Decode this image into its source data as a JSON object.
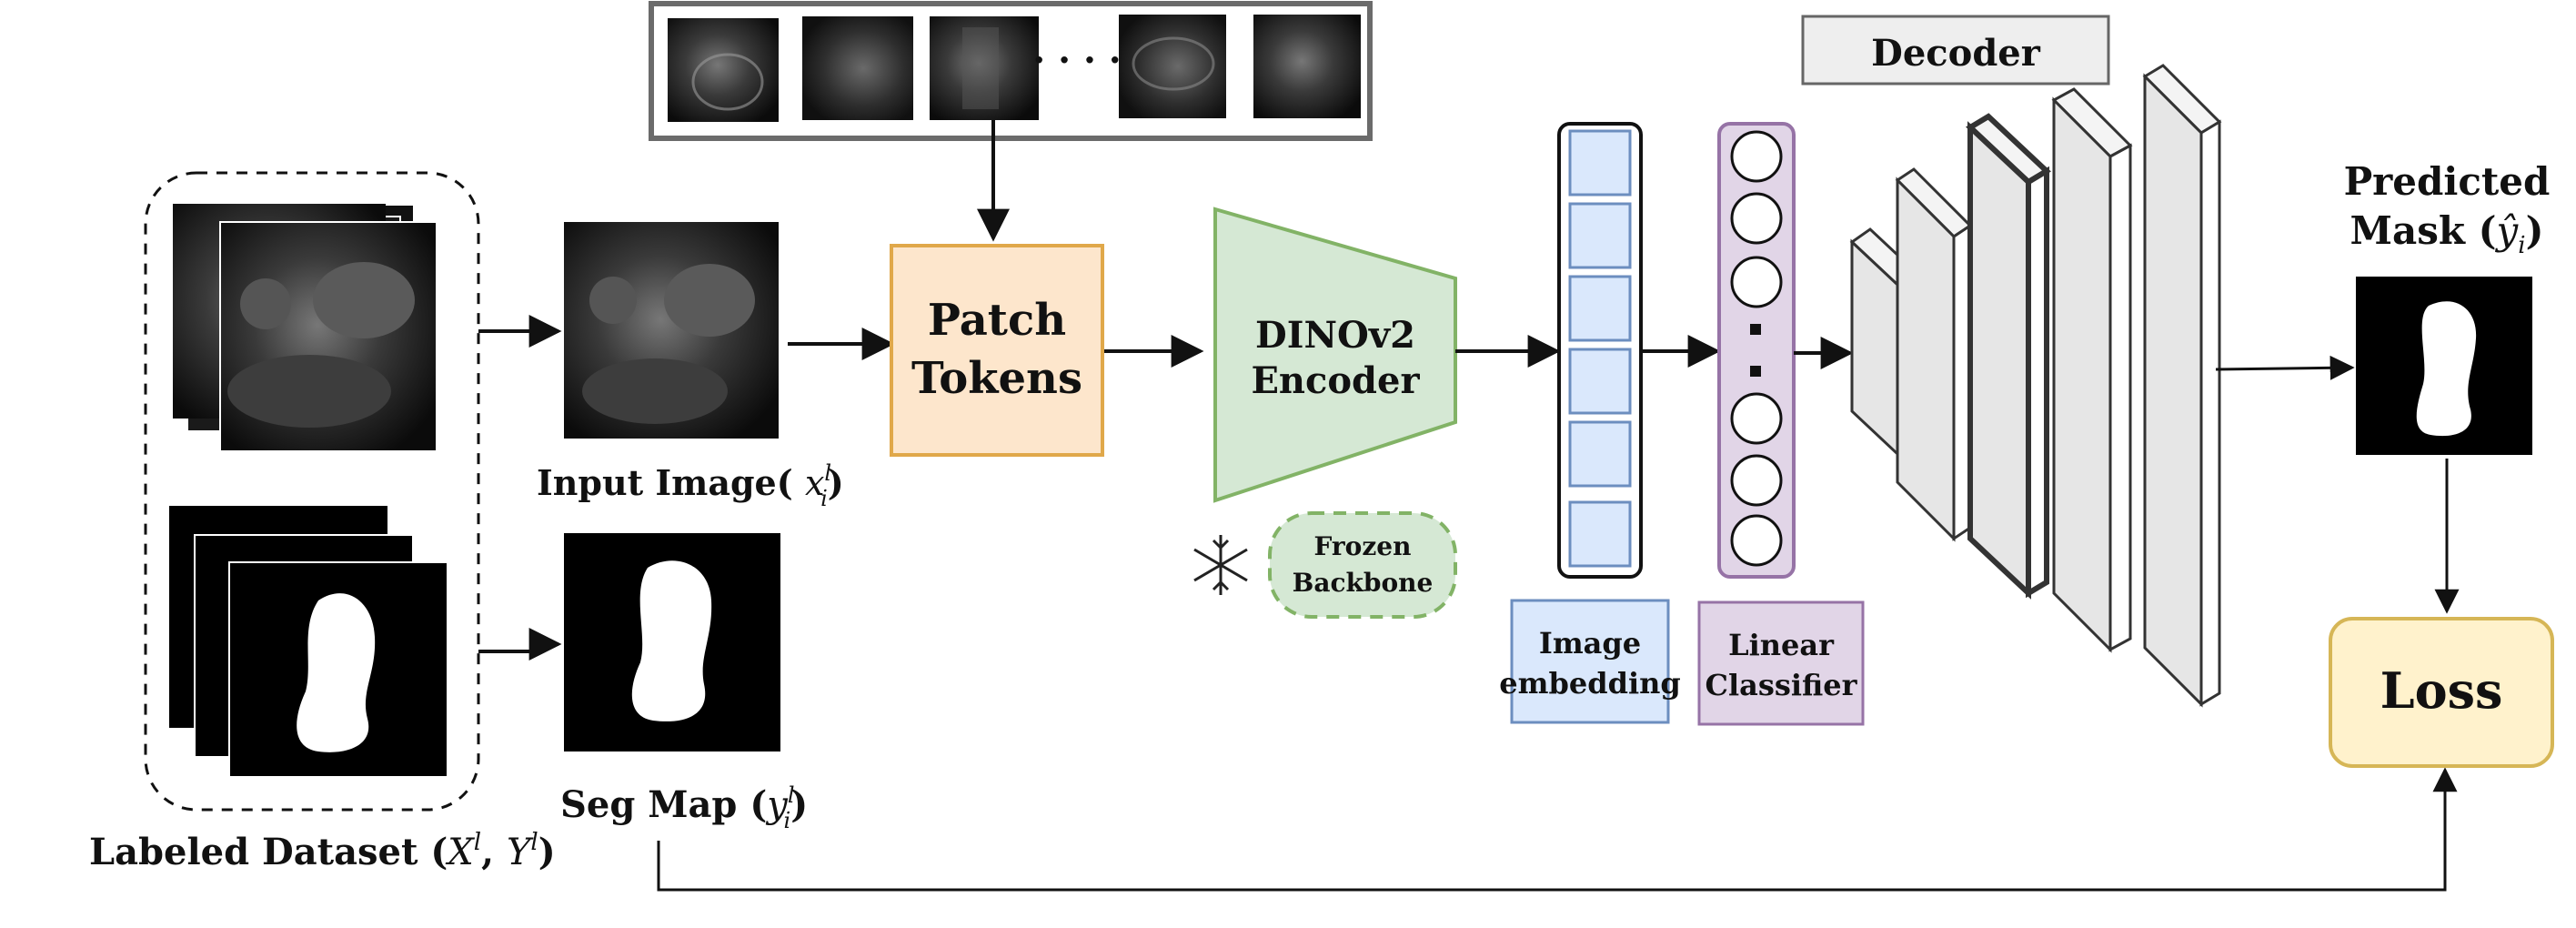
{
  "labeled_dataset": {
    "prefix": "Labeled Dataset (",
    "x": "X",
    "xsup": "l",
    "sep": ", ",
    "y": "Y",
    "ysup": "l",
    "suffix": ")"
  },
  "input_image": {
    "prefix": "Input Image( ",
    "x": "x",
    "sub": "i",
    "sup": "l",
    "suffix": ")"
  },
  "seg_map": {
    "prefix": "Seg Map (",
    "y": "y",
    "sub": "i",
    "sup": "l",
    "suffix": ")"
  },
  "patch_tokens": {
    "line1": "Patch",
    "line2": "Tokens"
  },
  "encoder": {
    "line1": "DINOv2",
    "line2": "Encoder"
  },
  "frozen": {
    "line1": "Frozen",
    "line2": "Backbone"
  },
  "image_embedding": {
    "line1": "Image",
    "line2": "embedding"
  },
  "linear_classifier": {
    "line1": "Linear",
    "line2": "Classifier"
  },
  "decoder": {
    "label": "Decoder"
  },
  "predicted_mask": {
    "line1": "Predicted",
    "line2_prefix": "Mask (",
    "y": "ŷ",
    "sub": "i",
    "suffix": ")"
  },
  "loss": {
    "label": "Loss"
  },
  "patch_strip_dots": "· · · ·",
  "icons": [
    "snowflake-icon"
  ],
  "colors": {
    "patch_fill": "#fde6cc",
    "patch_stroke": "#e0a84a",
    "encoder_fill": "#d5e8d4",
    "encoder_stroke": "#82b366",
    "embed_fill": "#dae8fc",
    "embed_stroke": "#6c8ebf",
    "classifier_fill": "#e1d5e7",
    "classifier_stroke": "#9673a6",
    "loss_fill": "#fff2cc",
    "loss_stroke": "#d6b656",
    "decoder_fill": "#eeeeee",
    "decoder_stroke": "#666666"
  }
}
